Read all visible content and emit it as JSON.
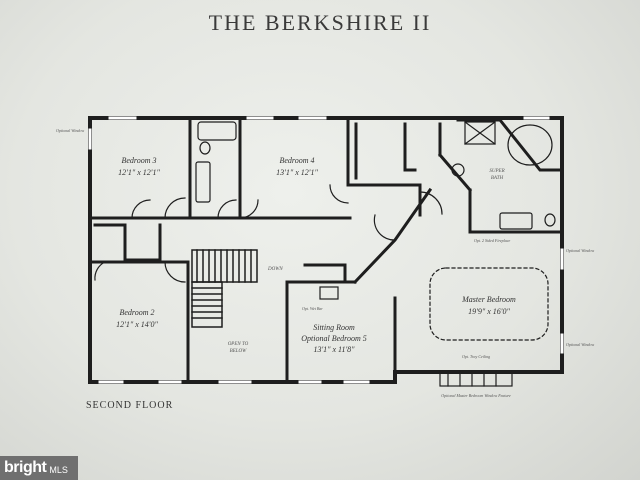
{
  "title": "THE BERKSHIRE II",
  "floor_label": "SECOND FLOOR",
  "rooms": {
    "bedroom3": {
      "name": "Bedroom 3",
      "dims": "12'1\" x 12'1\""
    },
    "bedroom4": {
      "name": "Bedroom 4",
      "dims": "13'1\" x 12'1\""
    },
    "bedroom2": {
      "name": "Bedroom 2",
      "dims": "12'1\" x 14'0\""
    },
    "master": {
      "name": "Master Bedroom",
      "dims": "19'9\" x 16'0\""
    },
    "sitting": {
      "name": "Sitting Room",
      "name2": "Optional Bedroom 5",
      "dims": "13'1\" x 11'8\""
    },
    "open": {
      "line1": "OPEN TO",
      "line2": "BELOW"
    },
    "bath": {
      "line1": "SUPER",
      "line2": "BATH"
    }
  },
  "notes": {
    "optional_window_left": "Optional Window",
    "optional_window_right_1": "Optional Window",
    "optional_window_right_2": "Optional Window",
    "opt_fireplace": "Opt. 2 Sided Fireplace",
    "opt_wet_bar": "Opt. Wet Bar",
    "opt_tray_ceiling": "Opt. Tray Ceiling",
    "optional_bay": "Optional Master Bedroom Window Feature",
    "down": "DOWN"
  },
  "watermark": {
    "brand": "bright",
    "suffix": "MLS"
  },
  "colors": {
    "wall": "#1e1e1e",
    "paper": "#e6e8e4",
    "watermark_bg": "#6f6f6f"
  }
}
